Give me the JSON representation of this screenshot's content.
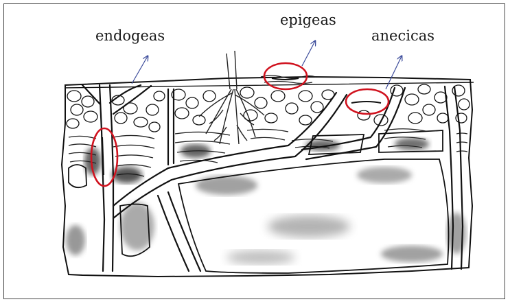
{
  "labels": {
    "endogeas": "endogeas",
    "epigeas": "epigeas",
    "anecicas": "anecicas"
  },
  "colors": {
    "highlight": "#d0121e",
    "arrow": "#3a4a9a",
    "line": "#111111",
    "shade": "#7a7a7a"
  },
  "icons": {
    "arrow": "thin-arrow-up-right",
    "plant": "plant-roots-sketch",
    "pebbles": "rounded-pebble-sketch"
  }
}
